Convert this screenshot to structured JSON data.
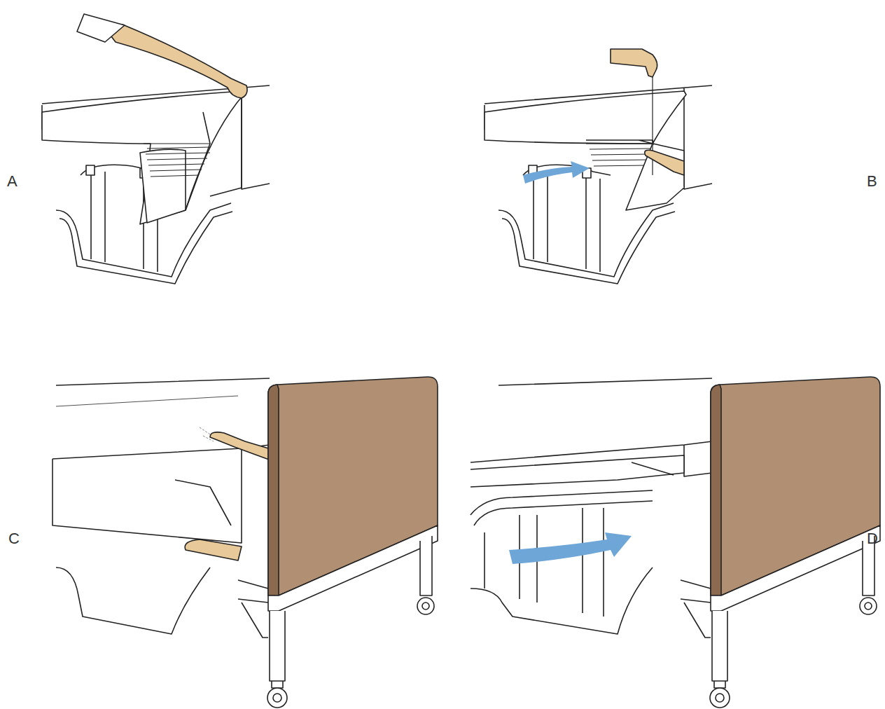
{
  "diagram": {
    "labels": [
      "A",
      "B",
      "C",
      "D"
    ]
  }
}
